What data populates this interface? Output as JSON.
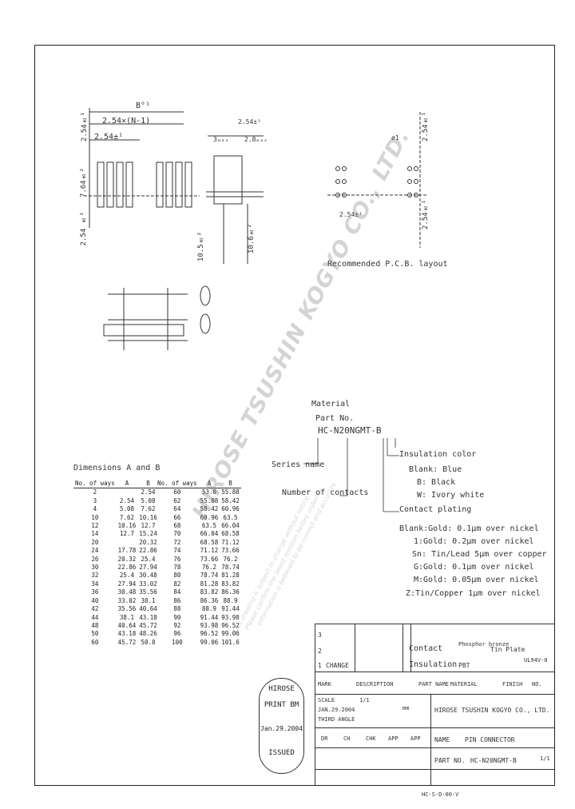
{
  "drawing": {
    "dims": {
      "A_label": "B°¹",
      "pitch_n": "2.54×(N-1)",
      "pitch": "2.54±¹",
      "side_pitch": "2.54±¹",
      "side_a": "3ₘₐₓ",
      "side_b": "2.8ₘₐₓ",
      "vert_height": "7.64±²",
      "vert_width": "2.54±¹",
      "vert_left": "2.54 ±¹",
      "vert_lead1": "10.5±²",
      "vert_lead2": "10.6±²",
      "pcb_hole": "ø1",
      "pcb_pitch": "2.54±¹",
      "pcb_vert1": "2.54±¹",
      "pcb_vert2": "2.54±¹"
    },
    "pcb_caption": "Recommended P.C.B. layout"
  },
  "part_number": {
    "material_label": "Material",
    "part_no_label": "Part No.",
    "code": "HC-N20NGMT-B",
    "insulation_color": "Insulation color",
    "series_name": "Series name",
    "number_of_contacts": "Number of contacts",
    "colors": [
      "Blank: Blue",
      "B: Black",
      "W: Ivory white"
    ],
    "contact_plating": "Contact plating",
    "plating_options": [
      "Blank:Gold: 0.1μm over nickel",
      "1:Gold: 0.2μm over nickel",
      "Sn: Tin/Lead 5μm over copper",
      "G:Gold: 0.1μm over nickel",
      "M:Gold: 0.05μm over nickel",
      "Z:Tin/Copper 1μm over nickel"
    ]
  },
  "dim_table": {
    "title": "Dimensions A and B",
    "headers": [
      "No. of ways",
      "A",
      "B"
    ],
    "left_rows": [
      [
        "2",
        "",
        "2.54"
      ],
      [
        "3",
        "2.54",
        "5.08"
      ],
      [
        "4",
        "5.08",
        "7.62"
      ],
      [
        "10",
        "7.62",
        "10.16"
      ],
      [
        "12",
        "10.16",
        "12.7"
      ],
      [
        "14",
        "12.7",
        "15.24"
      ],
      [
        "20",
        "",
        "20.32"
      ],
      [
        "24",
        "17.78",
        "22.86"
      ],
      [
        "26",
        "20.32",
        "25.4"
      ],
      [
        "30",
        "22.86",
        "27.94"
      ],
      [
        "32",
        "25.4",
        "30.48"
      ],
      [
        "34",
        "27.94",
        "33.02"
      ],
      [
        "36",
        "30.48",
        "35.56"
      ],
      [
        "40",
        "33.02",
        "38.1"
      ],
      [
        "42",
        "35.56",
        "40.64"
      ],
      [
        "44",
        "38.1",
        "43.18"
      ],
      [
        "48",
        "40.64",
        "45.72"
      ],
      [
        "50",
        "43.18",
        "48.26"
      ],
      [
        "60",
        "45.72",
        "50.8"
      ]
    ],
    "right_rows": [
      [
        "60",
        "53.0",
        "55.88"
      ],
      [
        "62",
        "55.88",
        "58.42"
      ],
      [
        "64",
        "58.42",
        "60.96"
      ],
      [
        "66",
        "60.96",
        "63.5"
      ],
      [
        "68",
        "63.5",
        "66.04"
      ],
      [
        "70",
        "66.04",
        "68.58"
      ],
      [
        "72",
        "68.58",
        "71.12"
      ],
      [
        "74",
        "71.12",
        "73.66"
      ],
      [
        "76",
        "73.66",
        "76.2"
      ],
      [
        "78",
        "76.2",
        "78.74"
      ],
      [
        "80",
        "78.74",
        "81.28"
      ],
      [
        "82",
        "81.28",
        "83.82"
      ],
      [
        "84",
        "83.82",
        "86.36"
      ],
      [
        "86",
        "86.36",
        "88.9"
      ],
      [
        "88",
        "88.9",
        "91.44"
      ],
      [
        "90",
        "91.44",
        "93.98"
      ],
      [
        "92",
        "93.98",
        "96.52"
      ],
      [
        "96",
        "96.52",
        "99.06"
      ],
      [
        "100",
        "99.06",
        "101.6"
      ]
    ]
  },
  "title_block": {
    "rev_rows": [
      "3",
      "2",
      "1"
    ],
    "rev_change": "CHANGE",
    "contact_label": "Contact",
    "contact_value": "Phosphor bronze",
    "contact_finish": "Tin Plate",
    "insulation_label": "Insulation",
    "insulation_value": "PBT",
    "insulation_grade": "UL94V-0",
    "mark": "MARK",
    "description": "DESCRIPTION",
    "part_name": "PART NAME",
    "material": "MATERIAL",
    "finish": "FINISH",
    "qty": "NO.",
    "scale_label": "SCALE",
    "scale": "1/1",
    "unit": "mm",
    "date": "JAN.29.2004",
    "third_angle": "THIRD ANGLE",
    "roles": [
      "DR",
      "CH",
      "CHK",
      "APP",
      "APP"
    ],
    "company": "HIROSE TSUSHIN KOGYO CO., LTD.",
    "name_label": "NAME",
    "name_value": "PIN CONNECTOR",
    "part_no_label": "PART NO.",
    "part_no_value": "HC-N20NGMT-B",
    "sheet": "1/1",
    "footer": "HC-S-D-00-V"
  },
  "stamp": {
    "company": "HIROSE",
    "line1": "PRINT BM",
    "date": "Jan.29.2004",
    "status": "ISSUED"
  },
  "watermark": {
    "main": "HIROSE TSUSHIN KOGYO CO., LTD.",
    "sub": [
      "This drawing is subject to change without notice.",
      "Please confirm the latest revision before ordering.",
      "Information is believed to be correct and accurate."
    ]
  }
}
